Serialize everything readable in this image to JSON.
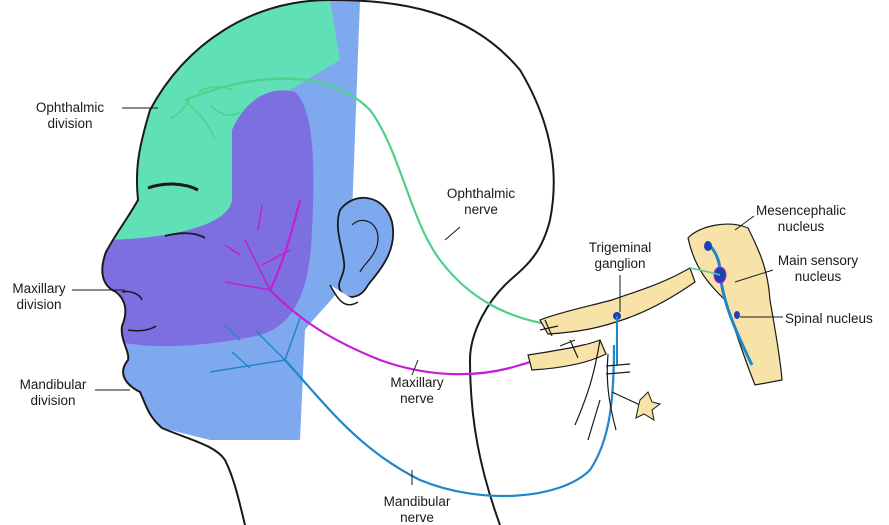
{
  "labels": {
    "ophthalmic_division": [
      "Ophthalmic",
      "division"
    ],
    "maxillary_division": [
      "Maxillary",
      "division"
    ],
    "mandibular_division": [
      "Mandibular",
      "division"
    ],
    "ophthalmic_nerve": [
      "Ophthalmic",
      "nerve"
    ],
    "maxillary_nerve": [
      "Maxillary",
      "nerve"
    ],
    "mandibular_nerve": [
      "Mandibular",
      "nerve"
    ],
    "trigeminal_ganglion": [
      "Trigeminal",
      "ganglion"
    ],
    "mesencephalic_nucleus": [
      "Mesencephalic",
      "nucleus"
    ],
    "main_sensory_nucleus": [
      "Main sensory",
      "nucleus"
    ],
    "spinal_nucleus": [
      "Spinal nucleus"
    ]
  },
  "colors": {
    "ophthalmic": "#5fe0b6",
    "maxillary": "#7d6fe0",
    "mandibular": "#7fa9ee",
    "ophthalmic_nerve": "#4fd08a",
    "maxillary_nerve": "#c21fd6",
    "mandibular_nerve": "#1f86c8",
    "ganglion": "#f7e3a8",
    "outline": "#1a1a1a"
  }
}
